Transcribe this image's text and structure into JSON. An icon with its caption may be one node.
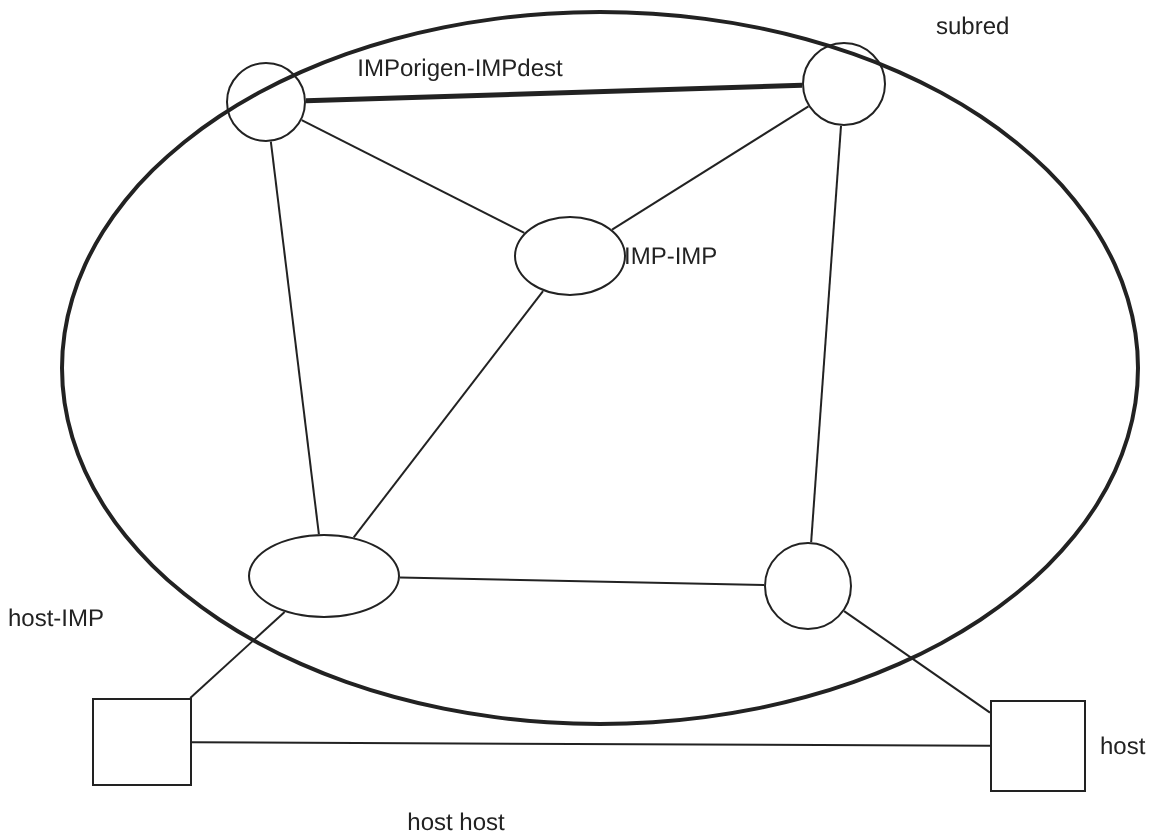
{
  "diagram": {
    "nodes": [
      {
        "text": [],
        "shape": "ellipse",
        "beside": [
          "subred"
        ]
      },
      {
        "text": [],
        "shape": "circle",
        "in": 0
      },
      {
        "text": [],
        "shape": "circle",
        "in": 0
      },
      {
        "text": [],
        "shape": "ellipse",
        "in": 0
      },
      {
        "text": [],
        "shape": "ellipse",
        "in": 0
      },
      {
        "text": [],
        "shape": "circle",
        "in": 0
      },
      {
        "text": [],
        "shape": "box"
      },
      {
        "text": [],
        "shape": "box",
        "beside": [
          "host"
        ]
      }
    ],
    "edges": [
      {
        "from": 1,
        "to": 2,
        "arrow": "none",
        "label": "IMPorigen-IMPdest",
        "style": "thick"
      },
      {
        "from": 1,
        "to": 3,
        "arrow": "none"
      },
      {
        "from": 2,
        "to": 3,
        "arrow": "none"
      },
      {
        "from": 1,
        "to": 4,
        "arrow": "none"
      },
      {
        "from": 3,
        "to": 4,
        "arrow": "none"
      },
      {
        "from": 2,
        "to": 5,
        "arrow": "none"
      },
      {
        "from": 4,
        "to": 5,
        "arrow": "none"
      },
      {
        "from": 4,
        "to": 6,
        "arrow": "none"
      },
      {
        "from": 5,
        "to": 7,
        "arrow": "none"
      },
      {
        "from": 6,
        "to": 7,
        "arrow": "none",
        "label": "host host"
      }
    ],
    "labels": [
      "IMP-IMP",
      "host-IMP"
    ]
  }
}
